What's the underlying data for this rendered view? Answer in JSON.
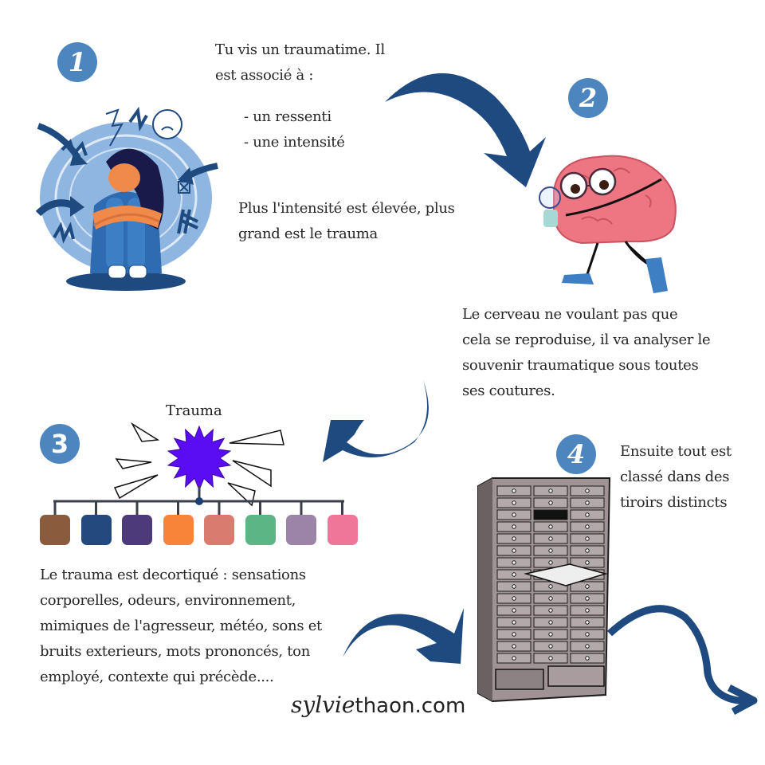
{
  "steps": [
    {
      "number": "1",
      "intro": [
        "Tu vis un traumatime. Il",
        "est associé à :"
      ],
      "bullets": [
        "- un ressenti",
        "- une intensité"
      ],
      "conclusion": [
        "Plus l'intensité est élevée, plus",
        "grand est le trauma"
      ],
      "illustration": "distressed-person-illustration"
    },
    {
      "number": "2",
      "text": [
        "Le cerveau ne voulant pas que",
        "cela se reproduise, il va analyser le",
        "souvenir traumatique sous toutes",
        "ses coutures."
      ],
      "illustration": "brain-with-magnifier-illustration"
    },
    {
      "number": "3",
      "diagram_label": "Trauma",
      "category_colors": [
        "#8a5c3d",
        "#24497f",
        "#4d3a7a",
        "#f8843a",
        "#d97b6e",
        "#5cb585",
        "#9c84a8",
        "#ef7599"
      ],
      "text": [
        "Le trauma est decortiqué : sensations",
        "corporelles, odeurs, environnement,",
        "mimiques de l'agresseur, météo, sons et",
        "bruits exterieurs, mots prononcés, ton",
        "employé, contexte qui précède...."
      ]
    },
    {
      "number": "4",
      "text": [
        "Ensuite tout est",
        "classé dans des",
        "tiroirs distincts"
      ],
      "illustration": "drawer-cabinet-illustration"
    }
  ],
  "branding": {
    "signature": "sylvie",
    "domain": "thaon.com"
  },
  "colors": {
    "badge": "#4d86bf",
    "arrow": "#1e4a80",
    "starburst": "#5a0cf2"
  }
}
